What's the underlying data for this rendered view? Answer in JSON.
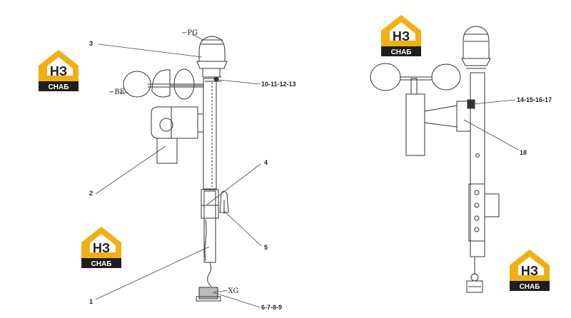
{
  "logo": {
    "mark": "НЗ",
    "text": "СНАБ",
    "icon": "hz-snab-logo",
    "colors": {
      "yellow": "#f2b010",
      "dark": "#1e1e1e"
    }
  },
  "callouts": {
    "c3": "3",
    "c10": "10-11-12-13",
    "c4": "4",
    "c2": "2",
    "c5": "5",
    "c1": "1",
    "c6": "6-7-8-9",
    "c14": "14-15-16-17",
    "c18": "18"
  },
  "tags": {
    "pg": "−PG",
    "be": "−BE",
    "xg": "−XG"
  }
}
